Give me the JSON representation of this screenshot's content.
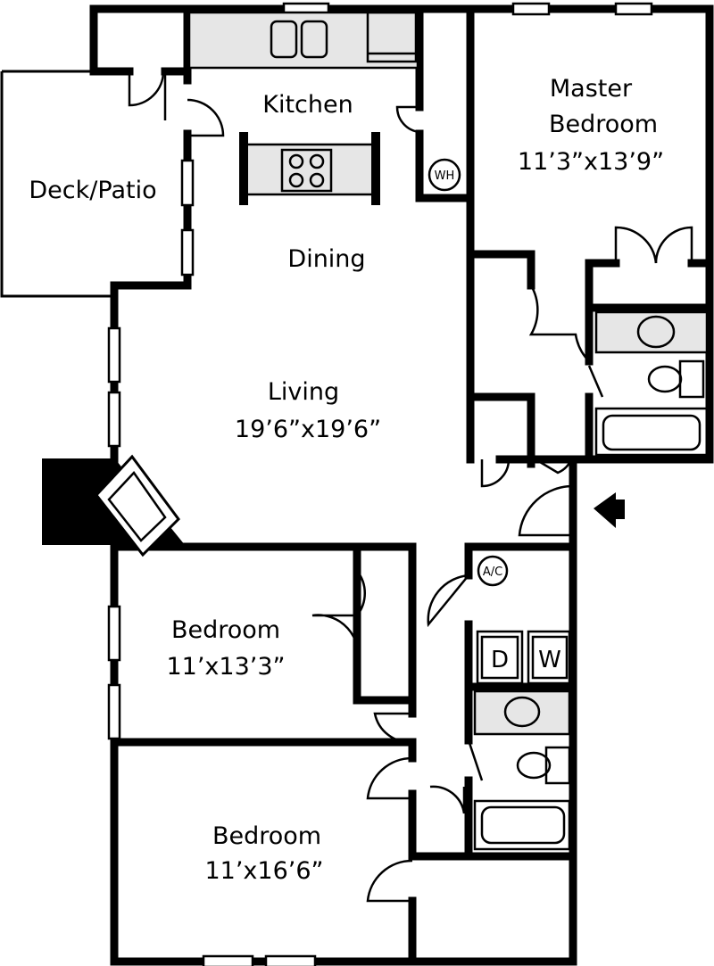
{
  "rooms": {
    "kitchen": {
      "name": "Kitchen"
    },
    "deck": {
      "name": "Deck/Patio"
    },
    "dining": {
      "name": "Dining"
    },
    "living": {
      "name": "Living",
      "size": "19’6”x19’6”"
    },
    "master": {
      "name_line1": "Master",
      "name_line2": "Bedroom",
      "size": "11’3”x13’9”"
    },
    "bedroom1": {
      "name": "Bedroom",
      "size": "11’x13’3”"
    },
    "bedroom2": {
      "name": "Bedroom",
      "size": "11’x16’6”"
    }
  },
  "fixtures": {
    "water_heater": "WH",
    "ac": "A/C",
    "dryer": "D",
    "washer": "W"
  }
}
